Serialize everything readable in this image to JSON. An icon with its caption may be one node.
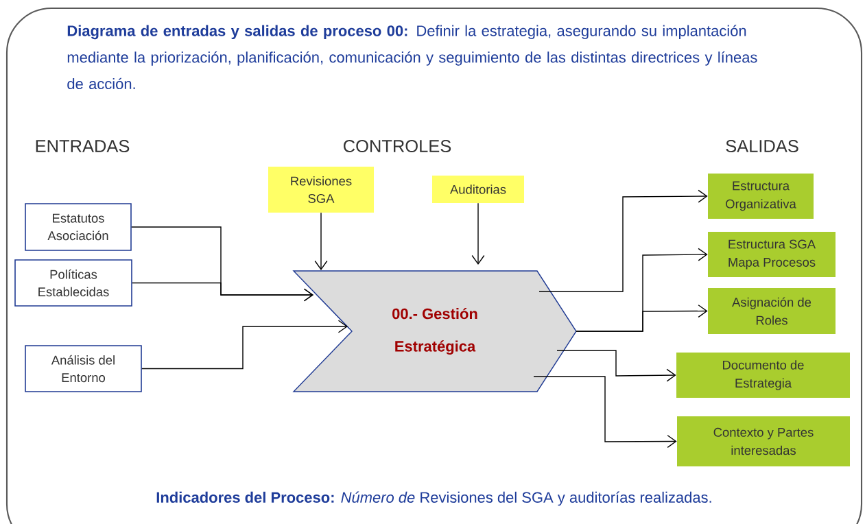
{
  "diagram": {
    "title": "**Diagrama de entradas y salidas de proceso 00:** Definir la estrategia, asegurando su implantación mediante la priorización, planificación, comunicación y seguimiento de las distintas directrices y líneas de acción.",
    "nodes": [
      {
        "text": [
          "Estatutos Asociación"
        ]
      },
      {
        "text": [
          "Políticas Establecidas"
        ]
      },
      {
        "text": [
          "Análisis del Entorno"
        ]
      },
      {
        "text": [
          "Revisiones SGA"
        ]
      },
      {
        "text": [
          "Auditorias"
        ]
      },
      {
        "text": [
          "00.- Gestión Estratégica"
        ]
      },
      {
        "text": [
          "Estructura Organizativa"
        ]
      },
      {
        "text": [
          "Estructura SGA Mapa Procesos"
        ]
      },
      {
        "text": [
          "Asignación de Roles"
        ]
      },
      {
        "text": [
          "Documento de Estrategia"
        ]
      },
      {
        "text": [
          "Contexto y Partes interesadas"
        ]
      }
    ],
    "edges": [
      {
        "from": 0,
        "to": 5,
        "arrow": "to"
      },
      {
        "from": 1,
        "to": 5,
        "arrow": "to"
      },
      {
        "from": 2,
        "to": 5,
        "arrow": "to"
      },
      {
        "from": 3,
        "to": 5,
        "arrow": "to"
      },
      {
        "from": 4,
        "to": 5,
        "arrow": "to"
      },
      {
        "from": 5,
        "to": 6,
        "arrow": "to"
      },
      {
        "from": 5,
        "to": 7,
        "arrow": "to"
      },
      {
        "from": 5,
        "to": 8,
        "arrow": "to"
      },
      {
        "from": 5,
        "to": 9,
        "arrow": "to"
      },
      {
        "from": 5,
        "to": 10,
        "arrow": "to"
      }
    ],
    "labels": [
      "ENTRADAS",
      "CONTROLES",
      "SALIDAS",
      "**Indicadores del Proceso:** *Número de* Revisiones del SGA y auditorías realizadas."
    ]
  }
}
